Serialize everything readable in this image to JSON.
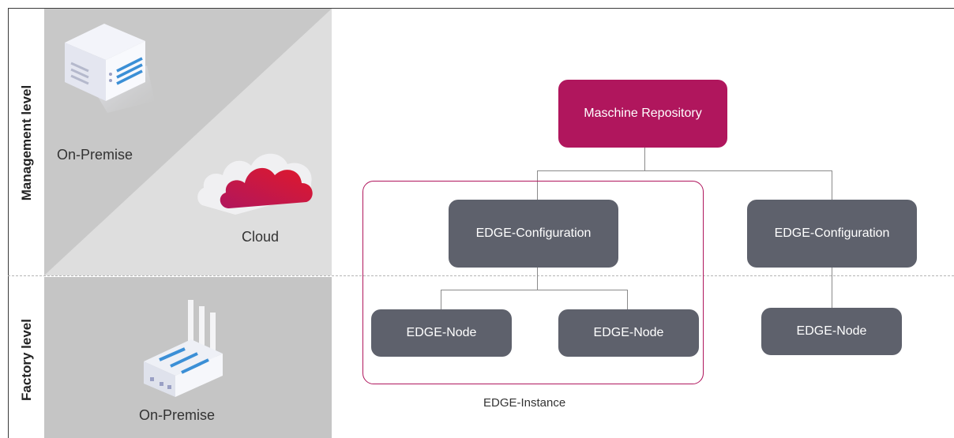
{
  "levels": {
    "management": "Management level",
    "factory": "Factory level"
  },
  "left_panel": {
    "server_label": "On-Premise",
    "cloud_label": "Cloud",
    "factory_label": "On-Premise"
  },
  "diagram": {
    "repository": "Maschine Repository",
    "config_left": "EDGE-Configuration",
    "config_right": "EDGE-Configuration",
    "node_left_1": "EDGE-Node",
    "node_left_2": "EDGE-Node",
    "node_right": "EDGE-Node",
    "instance_label": "EDGE-Instance"
  },
  "colors": {
    "accent": "#b0165d",
    "node": "#5e616c",
    "panel_dark": "#c8c8c8",
    "panel_light": "#dedede"
  },
  "icons": [
    "server-icon",
    "cloud-icon",
    "factory-icon"
  ]
}
